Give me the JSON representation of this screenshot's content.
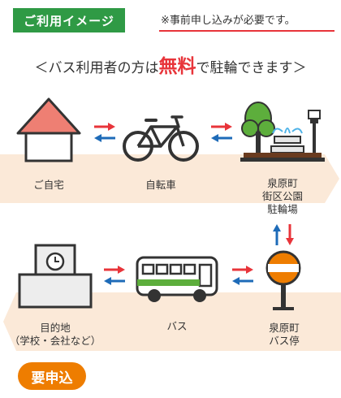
{
  "header": {
    "tag": "ご利用イメージ",
    "note": "※事前申し込みが必要です。",
    "headline_left": "＜バス利用者の方は",
    "headline_em": "無料",
    "headline_right": "で駐輪できます＞"
  },
  "nodes": {
    "home": "ご自宅",
    "bicycle": "自転車",
    "park": [
      "泉原町",
      "街区公園",
      "駐輪場"
    ],
    "destination": [
      "目的地",
      "（学校・会社など）"
    ],
    "bus": "バス",
    "bus_stop": [
      "泉原町",
      "バス停"
    ]
  },
  "badge": "要申込",
  "colors": {
    "green": "#2f9a45",
    "red": "#e8343a",
    "blue": "#1e6bb8",
    "band": "#fbe9d8",
    "orange": "#ee7d00"
  }
}
